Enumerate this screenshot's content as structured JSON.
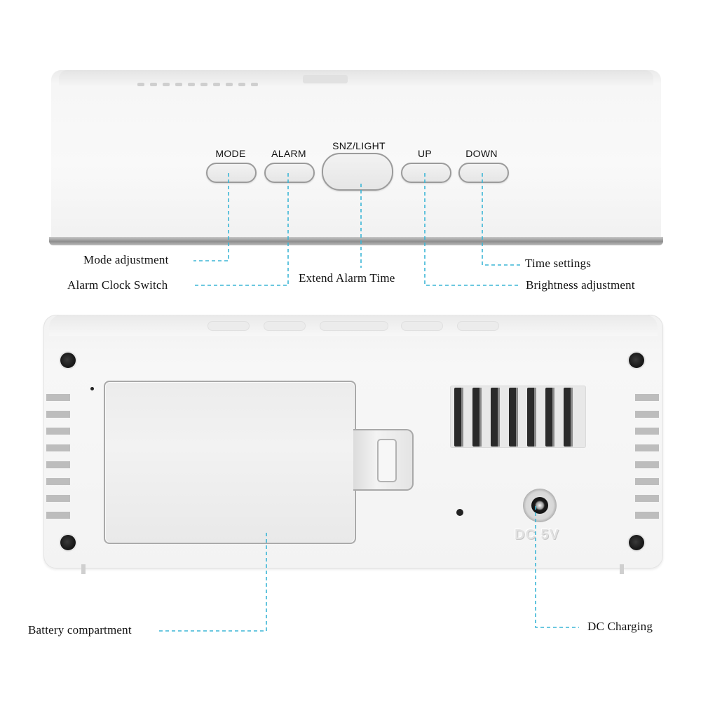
{
  "buttons": {
    "mode": "MODE",
    "alarm": "ALARM",
    "snz_light": "SNZ/LIGHT",
    "up": "UP",
    "down": "DOWN"
  },
  "callouts": {
    "mode_adjustment": "Mode adjustment",
    "alarm_clock_switch": "Alarm Clock Switch",
    "extend_alarm_time": "Extend Alarm Time",
    "time_settings": "Time settings",
    "brightness_adjustment": "Brightness adjustment",
    "battery_compartment": "Battery compartment",
    "dc_charging": "DC Charging"
  },
  "back_panel": {
    "dc_label": "DC 5V"
  },
  "colors": {
    "leader_line": "#3bb6d6",
    "device_body": "#f5f5f5",
    "outline": "#9b9b9b"
  }
}
